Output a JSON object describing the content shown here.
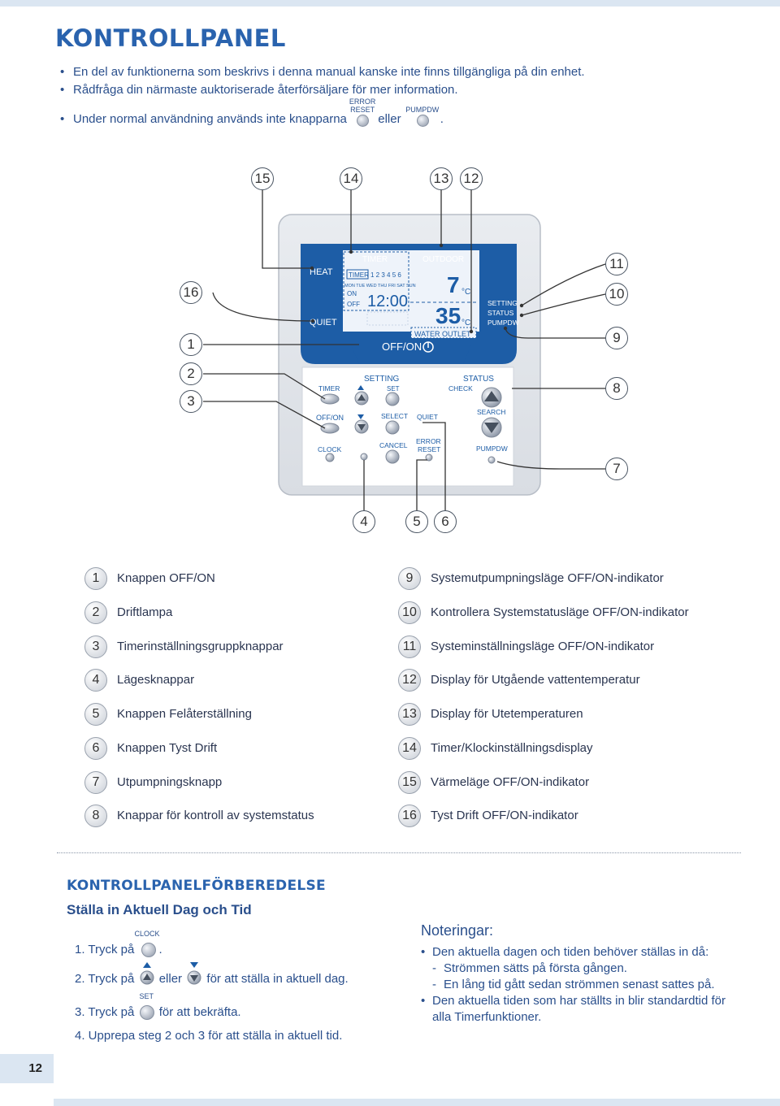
{
  "page": {
    "title": "KONTROLLPANEL",
    "number": "12"
  },
  "intro": {
    "bullet1": "En del av funktionerna som beskrivs i denna manual kanske inte finns tillgängliga på din enhet.",
    "bullet2": "Rådfråga din närmaste auktoriserade återförsäljare för mer information.",
    "bullet3_pre": "Under normal användning används inte knapparna",
    "bullet3_mid": "eller",
    "bullet3_end": ".",
    "btn_error_reset": "ERROR\nRESET",
    "btn_pumpdw": "PUMPDW"
  },
  "panel": {
    "lcd_heat": "HEAT",
    "lcd_quiet": "QUIET",
    "lcd_timer_header": "TIMER",
    "lcd_outdoor": "OUTDOOR",
    "lcd_timer_box": "TIMER",
    "lcd_timer_digits": "1 2 3 4 5 6",
    "lcd_days": "MON TUE WED THU FRI SAT SUN",
    "lcd_on": "ON",
    "lcd_off": "OFF",
    "lcd_clock": "12:00",
    "lcd_outdoor_temp": "7",
    "lcd_water_temp": "35",
    "lcd_celsius": "°C",
    "lcd_water_outlet": "WATER OUTLET",
    "ind_setting": "SETTING",
    "ind_status": "STATUS",
    "ind_pumpdw": "PUMPDW",
    "off_on": "OFF/ON",
    "btn_timer": "TIMER",
    "btn_offon": "OFF/ON",
    "btn_clock": "CLOCK",
    "grp_setting": "SETTING",
    "btn_set": "SET",
    "btn_select": "SELECT",
    "btn_cancel": "CANCEL",
    "btn_quiet": "QUIET",
    "btn_error": "ERROR",
    "btn_reset": "RESET",
    "grp_status": "STATUS",
    "btn_check": "CHECK",
    "btn_search": "SEARCH",
    "btn_pumpdw": "PUMPDW"
  },
  "callouts": [
    "15",
    "14",
    "13",
    "12",
    "16",
    "1",
    "2",
    "3",
    "11",
    "10",
    "9",
    "8",
    "7",
    "4",
    "5",
    "6"
  ],
  "legend_left": [
    {
      "num": "1",
      "text": "Knappen OFF/ON"
    },
    {
      "num": "2",
      "text": "Driftlampa"
    },
    {
      "num": "3",
      "text": "Timerinställningsgruppknappar"
    },
    {
      "num": "4",
      "text": "Lägesknappar"
    },
    {
      "num": "5",
      "text": "Knappen Felåterställning"
    },
    {
      "num": "6",
      "text": "Knappen Tyst Drift"
    },
    {
      "num": "7",
      "text": "Utpumpningsknapp"
    },
    {
      "num": "8",
      "text": "Knappar för kontroll av systemstatus"
    }
  ],
  "legend_right": [
    {
      "num": "9",
      "text": "Systemutpumpningsläge OFF/ON-indikator"
    },
    {
      "num": "10",
      "text": "Kontrollera Systemstatusläge OFF/ON-indikator"
    },
    {
      "num": "11",
      "text": "Systeminställningsläge OFF/ON-indikator"
    },
    {
      "num": "12",
      "text": "Display för Utgående vattentemperatur"
    },
    {
      "num": "13",
      "text": "Display för Utetemperaturen"
    },
    {
      "num": "14",
      "text": "Timer/Klockinställningsdisplay"
    },
    {
      "num": "15",
      "text": "Värmeläge OFF/ON-indikator"
    },
    {
      "num": "16",
      "text": "Tyst Drift OFF/ON-indikator"
    }
  ],
  "prep": {
    "title": "KONTROLLPANELFÖRBEREDELSE",
    "subtitle": "Ställa in Aktuell Dag och Tid",
    "step1_pre": "1. Tryck på",
    "step1_btn": "CLOCK",
    "step1_end": ".",
    "step2_pre": "2. Tryck på",
    "step2_mid": "eller",
    "step2_end": "för att ställa in aktuell dag.",
    "step3_pre": "3. Tryck på",
    "step3_btn": "SET",
    "step3_end": "för att bekräfta.",
    "step4": "4. Upprepa steg 2 och 3 för att ställa in aktuell tid."
  },
  "notes": {
    "title": "Noteringar:",
    "n1": "Den aktuella dagen och tiden behöver ställas in då:",
    "n1a": "Strömmen sätts på första gången.",
    "n1b": "En lång tid gått sedan strömmen senast sattes på.",
    "n2": "Den aktuella tiden som har ställts in blir standardtid för alla Timerfunktioner."
  },
  "colors": {
    "title_blue": "#2a63ae",
    "text_blue": "#2a4f8c",
    "lcd_blue": "#1d5da6",
    "lcd_bg": "#eef3fa"
  }
}
